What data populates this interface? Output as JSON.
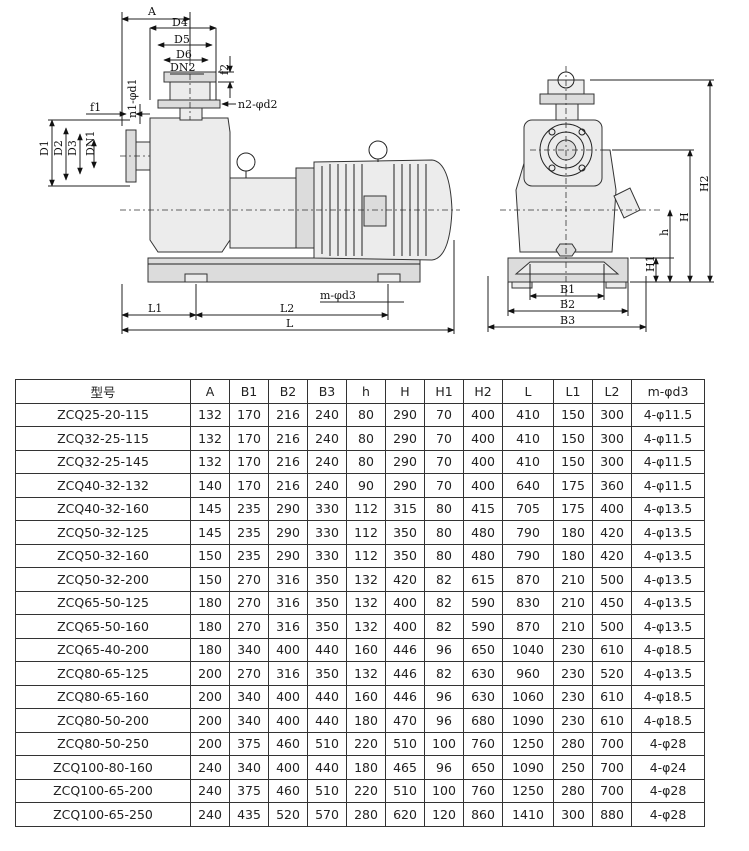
{
  "drawing": {
    "labels": {
      "A": "A",
      "D4": "D4",
      "D5": "D5",
      "D6": "D6",
      "DN2": "DN2",
      "f2": "f2",
      "n1d1": "n1-φd1",
      "n2d2": "n2-φd2",
      "f1": "f1",
      "D1": "D1",
      "D2": "D2",
      "D3": "D3",
      "DN1": "DN1",
      "L1": "L1",
      "L2": "L2",
      "L": "L",
      "md3": "m-φd3",
      "B1": "B1",
      "B2": "B2",
      "B3": "B3",
      "h": "h",
      "H": "H",
      "H1": "H1",
      "H2": "H2"
    }
  },
  "table": {
    "headers": [
      "型号",
      "A",
      "B1",
      "B2",
      "B3",
      "h",
      "H",
      "H1",
      "H2",
      "L",
      "L1",
      "L2",
      "m-φd3"
    ],
    "rows": [
      [
        "ZCQ25-20-115",
        "132",
        "170",
        "216",
        "240",
        "80",
        "290",
        "70",
        "400",
        "410",
        "150",
        "300",
        "4-φ11.5"
      ],
      [
        "ZCQ32-25-115",
        "132",
        "170",
        "216",
        "240",
        "80",
        "290",
        "70",
        "400",
        "410",
        "150",
        "300",
        "4-φ11.5"
      ],
      [
        "ZCQ32-25-145",
        "132",
        "170",
        "216",
        "240",
        "80",
        "290",
        "70",
        "400",
        "410",
        "150",
        "300",
        "4-φ11.5"
      ],
      [
        "ZCQ40-32-132",
        "140",
        "170",
        "216",
        "240",
        "90",
        "290",
        "70",
        "400",
        "640",
        "175",
        "360",
        "4-φ11.5"
      ],
      [
        "ZCQ40-32-160",
        "145",
        "235",
        "290",
        "330",
        "112",
        "315",
        "80",
        "415",
        "705",
        "175",
        "400",
        "4-φ13.5"
      ],
      [
        "ZCQ50-32-125",
        "145",
        "235",
        "290",
        "330",
        "112",
        "350",
        "80",
        "480",
        "790",
        "180",
        "420",
        "4-φ13.5"
      ],
      [
        "ZCQ50-32-160",
        "150",
        "235",
        "290",
        "330",
        "112",
        "350",
        "80",
        "480",
        "790",
        "180",
        "420",
        "4-φ13.5"
      ],
      [
        "ZCQ50-32-200",
        "150",
        "270",
        "316",
        "350",
        "132",
        "420",
        "82",
        "615",
        "870",
        "210",
        "500",
        "4-φ13.5"
      ],
      [
        "ZCQ65-50-125",
        "180",
        "270",
        "316",
        "350",
        "132",
        "400",
        "82",
        "590",
        "830",
        "210",
        "450",
        "4-φ13.5"
      ],
      [
        "ZCQ65-50-160",
        "180",
        "270",
        "316",
        "350",
        "132",
        "400",
        "82",
        "590",
        "870",
        "210",
        "500",
        "4-φ13.5"
      ],
      [
        "ZCQ65-40-200",
        "180",
        "340",
        "400",
        "440",
        "160",
        "446",
        "96",
        "650",
        "1040",
        "230",
        "610",
        "4-φ18.5"
      ],
      [
        "ZCQ80-65-125",
        "200",
        "270",
        "316",
        "350",
        "132",
        "446",
        "82",
        "630",
        "960",
        "230",
        "520",
        "4-φ13.5"
      ],
      [
        "ZCQ80-65-160",
        "200",
        "340",
        "400",
        "440",
        "160",
        "446",
        "96",
        "630",
        "1060",
        "230",
        "610",
        "4-φ18.5"
      ],
      [
        "ZCQ80-50-200",
        "200",
        "340",
        "400",
        "440",
        "180",
        "470",
        "96",
        "680",
        "1090",
        "230",
        "610",
        "4-φ18.5"
      ],
      [
        "ZCQ80-50-250",
        "200",
        "375",
        "460",
        "510",
        "220",
        "510",
        "100",
        "760",
        "1250",
        "280",
        "700",
        "4-φ28"
      ],
      [
        "ZCQ100-80-160",
        "240",
        "340",
        "400",
        "440",
        "180",
        "465",
        "96",
        "650",
        "1090",
        "250",
        "700",
        "4-φ24"
      ],
      [
        "ZCQ100-65-200",
        "240",
        "375",
        "460",
        "510",
        "220",
        "510",
        "100",
        "760",
        "1250",
        "280",
        "700",
        "4-φ28"
      ],
      [
        "ZCQ100-65-250",
        "240",
        "435",
        "520",
        "570",
        "280",
        "620",
        "120",
        "860",
        "1410",
        "300",
        "880",
        "4-φ28"
      ]
    ]
  }
}
